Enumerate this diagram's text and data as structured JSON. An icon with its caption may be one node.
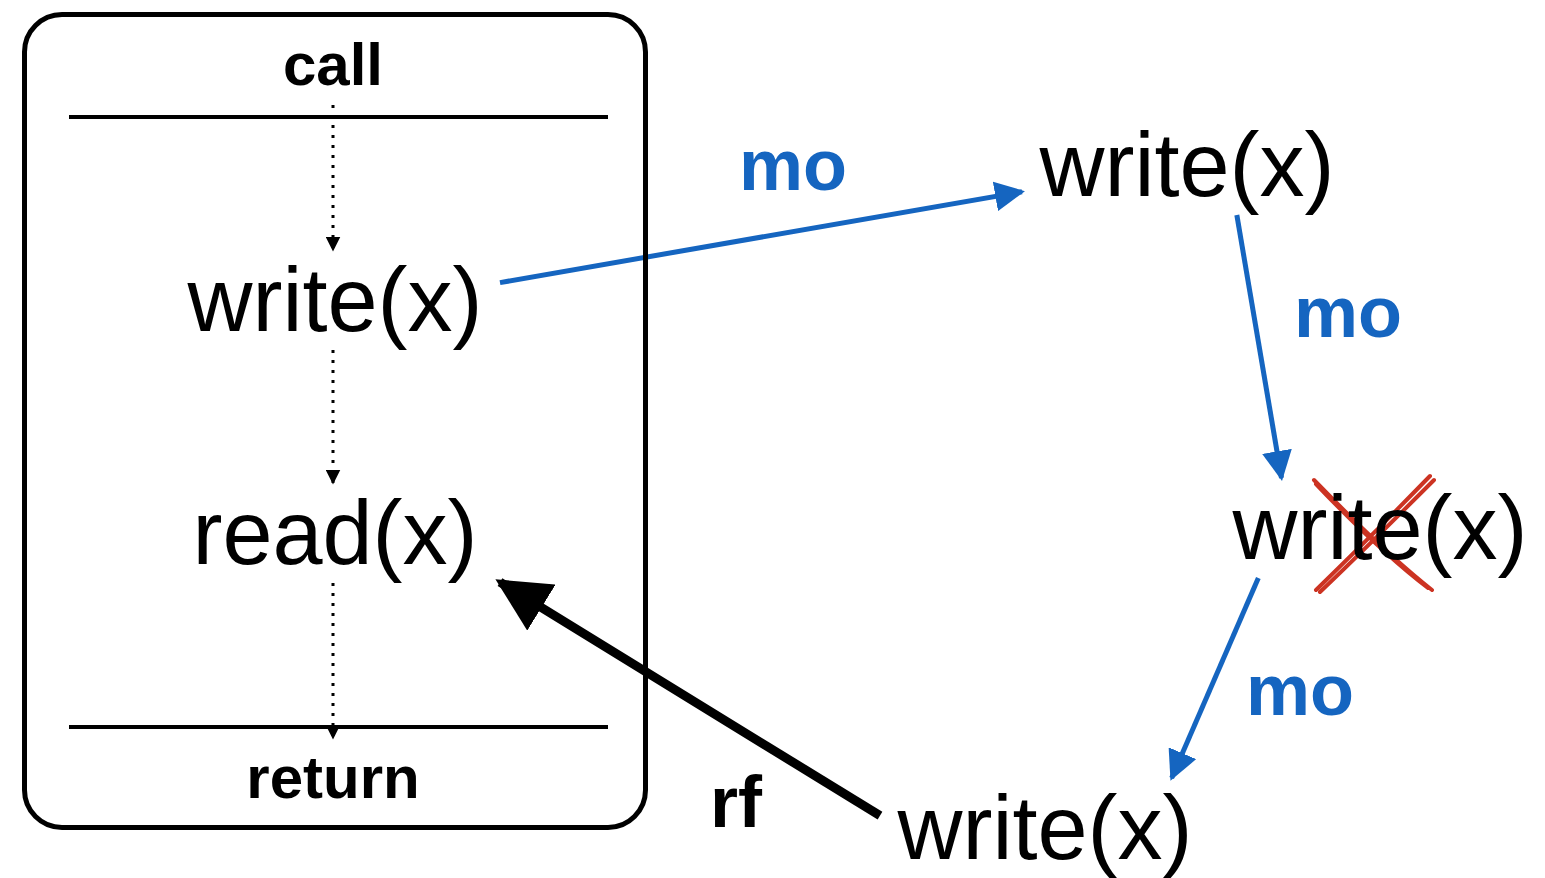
{
  "diagram": {
    "nodes": [
      {
        "text": [],
        "shape": "box"
      },
      {
        "text": [
          "call"
        ],
        "in": 0
      },
      {
        "text": [
          "write(x)"
        ],
        "in": 0
      },
      {
        "text": [
          "read(x)"
        ],
        "in": 0
      },
      {
        "text": [
          "return"
        ],
        "in": 0
      },
      {
        "text": [
          "write(x)"
        ]
      },
      {
        "text": [
          "write(x)"
        ]
      },
      {
        "text": [
          "write(x)"
        ]
      }
    ],
    "edges": [
      {
        "from": 1,
        "to": 2,
        "arrow": "to",
        "style": "dashed"
      },
      {
        "from": 2,
        "to": 3,
        "arrow": "to",
        "style": "dashed"
      },
      {
        "from": 3,
        "to": 4,
        "arrow": "to",
        "style": "dashed"
      },
      {
        "from": 2,
        "to": 5,
        "arrow": "to",
        "label": "mo",
        "color": "#1565c0"
      },
      {
        "from": 5,
        "to": 6,
        "arrow": "to",
        "label": "mo",
        "color": "#1565c0"
      },
      {
        "from": 6,
        "to": 7,
        "arrow": "to",
        "label": "mo",
        "color": "#1565c0"
      },
      {
        "from": 7,
        "to": 3,
        "arrow": "to",
        "label": "rf",
        "style": "thick"
      }
    ]
  }
}
